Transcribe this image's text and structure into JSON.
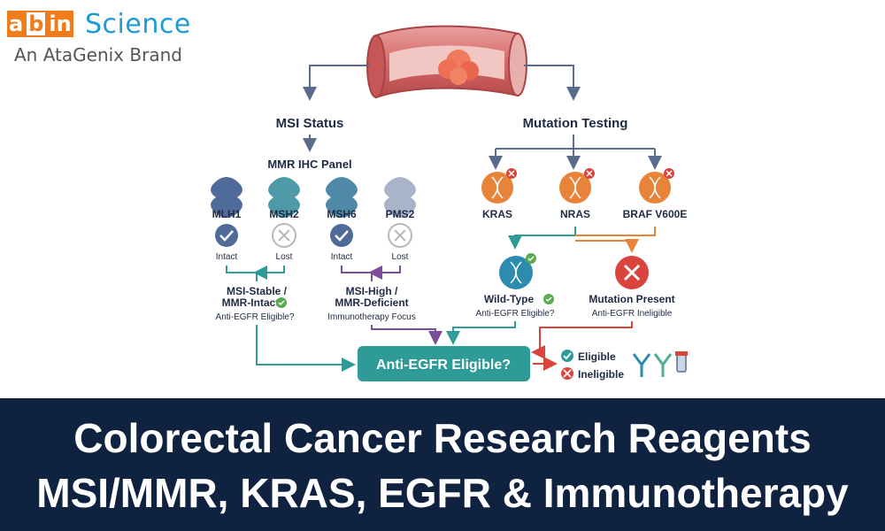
{
  "brand": {
    "abin": [
      "a",
      "b",
      "in"
    ],
    "science": "Science",
    "tagline": "An AtaGenix Brand"
  },
  "diagram": {
    "msi_status": "MSI Status",
    "mmr_panel": "MMR IHC Panel",
    "mutation_testing": "Mutation Testing",
    "proteins": [
      {
        "label": "MLH1",
        "status": "Intact"
      },
      {
        "label": "MSH2",
        "status": "Lost"
      },
      {
        "label": "MSH6",
        "status": "Intact"
      },
      {
        "label": "PMS2",
        "status": "Lost"
      }
    ],
    "genes": [
      "KRAS",
      "NRAS",
      "BRAF V600E"
    ],
    "msi_stable": {
      "line1": "MSI-Stable /",
      "line2": "MMR-Intact",
      "sub": "Anti-EGFR Eligible?"
    },
    "msi_high": {
      "line1": "MSI-High /",
      "line2": "MMR-Deficient",
      "sub": "Immunotherapy Focus"
    },
    "wild_type": {
      "title": "Wild-Type",
      "sub": "Anti-EGFR Eligible?"
    },
    "mutation_present": {
      "title": "Mutation Present",
      "sub": "Anti-EGFR Ineligible"
    },
    "center_box": "Anti-EGFR Eligible?",
    "legend": {
      "eligible": "Eligible",
      "ineligible": "Ineligible"
    }
  },
  "footer": {
    "line1": "Colorectal Cancer Research Reagents",
    "line2": "MSI/MMR, KRAS, EGFR & Immunotherapy"
  },
  "colors": {
    "teal": "#2e9b96",
    "navy": "#0f2340",
    "orange": "#e8843a",
    "red": "#d9443d",
    "purple": "#7a4e9c",
    "slate": "#5b6b8c"
  }
}
